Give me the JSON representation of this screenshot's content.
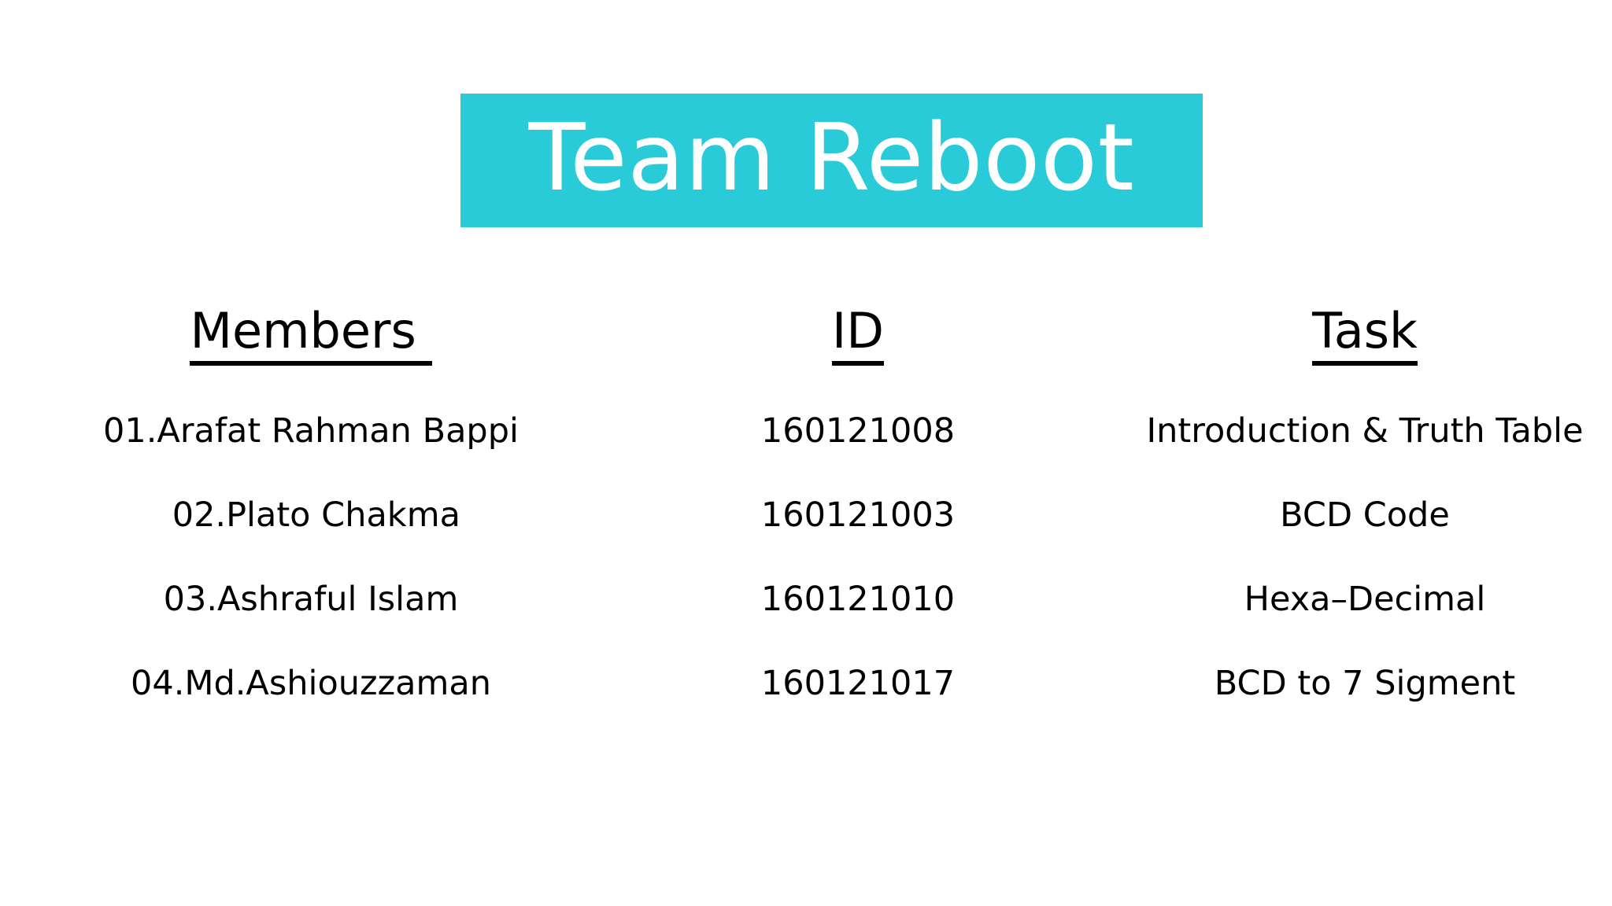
{
  "slide": {
    "background_color": "#ffffff",
    "title": {
      "text": "Team Reboot",
      "banner_color": "#2ACBD8",
      "text_color": "#ffffff"
    },
    "table": {
      "headers": {
        "members": "Members ",
        "id": "ID",
        "task": "Task"
      },
      "rows": [
        {
          "member": "01.Arafat Rahman Bappi",
          "id": "160121008",
          "task": "Introduction & Truth Table"
        },
        {
          "member": " 02.Plato Chakma",
          "id": "160121003",
          "task": "BCD Code"
        },
        {
          "member": "03.Ashraful Islam",
          "id": "160121010",
          "task": "Hexa–Decimal"
        },
        {
          "member": "04.Md.Ashiouzzaman",
          "id": "160121017",
          "task": "BCD to 7 Sigment"
        }
      ]
    }
  }
}
